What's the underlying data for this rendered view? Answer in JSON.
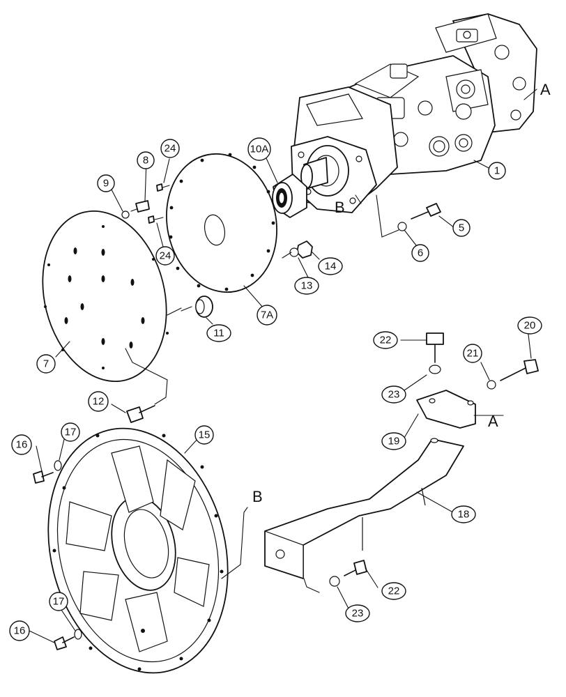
{
  "callouts": {
    "c1": "1",
    "c5": "5",
    "c6": "6",
    "c7": "7",
    "c7a": "7A",
    "c8": "8",
    "c9": "9",
    "c10a": "10A",
    "c11": "11",
    "c12": "12",
    "c13": "13",
    "c14": "14",
    "c15": "15",
    "c16a": "16",
    "c16b": "16",
    "c17a": "17",
    "c17b": "17",
    "c18": "18",
    "c19": "19",
    "c20": "20",
    "c21": "21",
    "c22a": "22",
    "c22b": "22",
    "c23a": "23",
    "c23b": "23",
    "c24a": "24",
    "c24b": "24"
  },
  "letters": {
    "a_top": "A",
    "a_bracket": "A",
    "b_pump": "B",
    "b_flange": "B"
  }
}
